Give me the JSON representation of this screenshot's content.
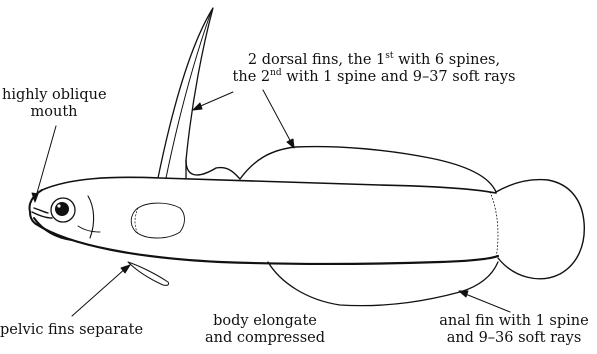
{
  "labels": {
    "mouth": {
      "line1": "highly oblique",
      "line2": "mouth"
    },
    "dorsal": {
      "line1_pre": "2 dorsal fins, the 1",
      "line1_sup": "st",
      "line1_post": " with 6 spines,",
      "line2_pre": "the 2",
      "line2_sup": "nd",
      "line2_post": " with 1 spine and 9–37 soft rays"
    },
    "pelvic": {
      "text": "pelvic fins separate"
    },
    "body": {
      "line1": "body elongate",
      "line2": "and compressed"
    },
    "anal": {
      "line1": "anal fin with 1 spine",
      "line2": "and 9–36 soft rays"
    }
  },
  "colors": {
    "line": "#111111",
    "background": "#ffffff"
  }
}
